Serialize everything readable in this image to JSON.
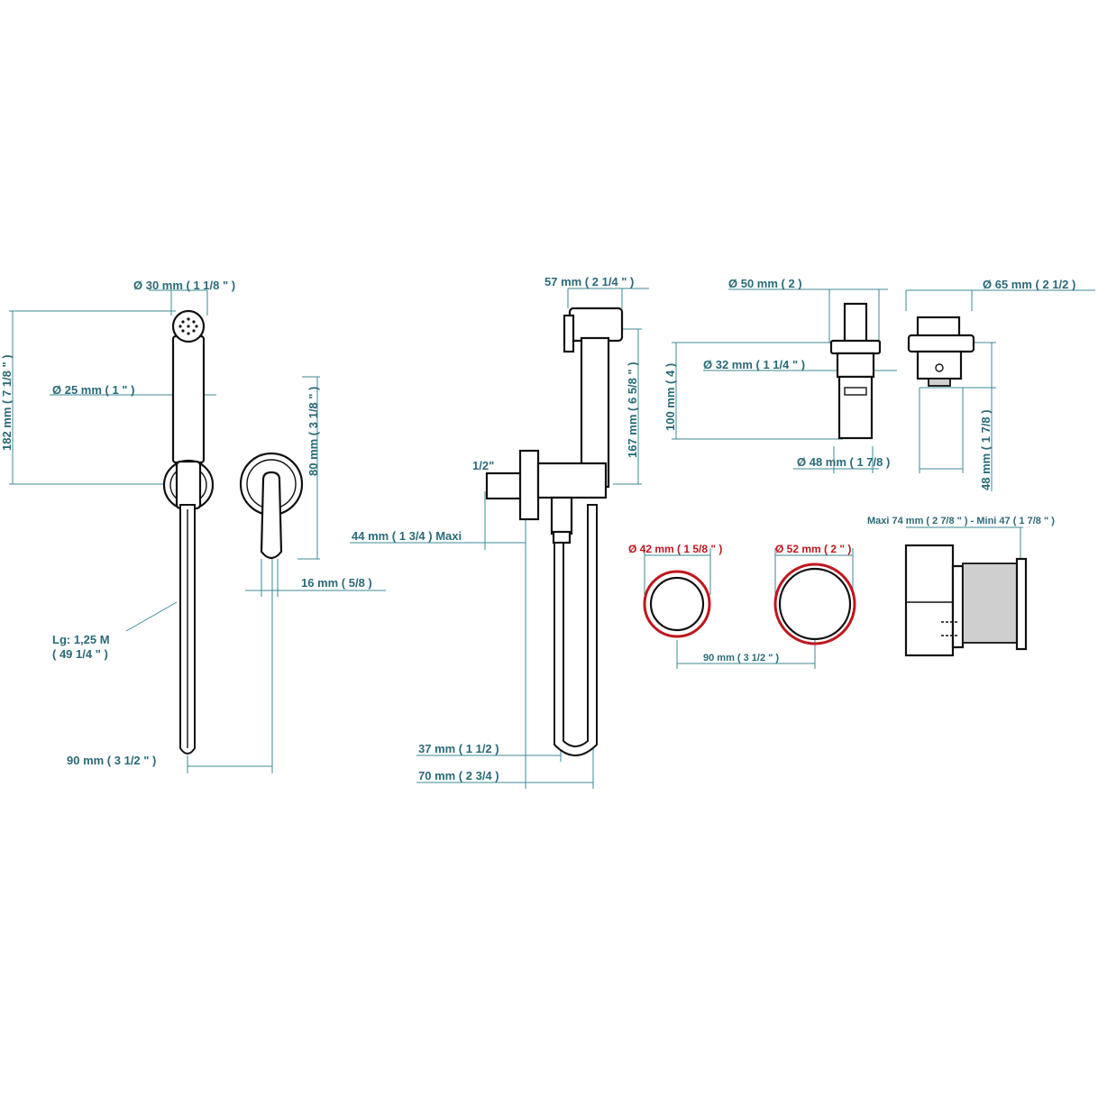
{
  "colors": {
    "dimension_text": "#2a6a78",
    "dimension_line": "#3c8a96",
    "outline": "#111111",
    "ring_highlight": "#c0161d",
    "background": "#ffffff"
  },
  "view1": {
    "diameter_head": "Ø 30 mm ( 1 1/8 \" )",
    "diameter_body": "Ø 25 mm ( 1 \" )",
    "height_total": "182 mm ( 7 1/8 \" )",
    "hose_length_line1": "Lg: 1,25 M",
    "hose_length_line2": "( 49 1/4 \" )",
    "spacing_bottom": "90 mm ( 3 1/2 \" )"
  },
  "view2": {
    "height_lever": "80 mm ( 3 1/8 \" )",
    "depth_lever": "16 mm ( 5/8 )"
  },
  "view3": {
    "width_top": "57 mm ( 2 1/4 \" )",
    "height_side": "167 mm ( 6 5/8 \" )",
    "thread": "1/2\"",
    "depth_maxi": "44 mm ( 1 3/4 )  Maxi",
    "offset_37": "37 mm ( 1 1/2 )",
    "offset_70": "70 mm ( 2 3/4 )"
  },
  "view4": {
    "diameter_top": "Ø 50 mm ( 2 )",
    "diameter_mid": "Ø 32 mm ( 1 1/4 \" )",
    "height_100": "100 mm ( 4 )",
    "diameter_bottom": "Ø 48 mm ( 1 7/8 )"
  },
  "view5": {
    "diameter_top": "Ø 65 mm ( 2 1/2 )",
    "height_48": "48 mm ( 1 7/8 )"
  },
  "view6": {
    "ring_small": "Ø 42 mm ( 1 5/8 \" )",
    "ring_large": "Ø 52 mm ( 2 \" )",
    "ring_spacing": "90 mm ( 3 1/2 \" )"
  },
  "view7": {
    "depth_maxi_mini": "Maxi 74 mm ( 2 7/8 \" ) - Mini 47 ( 1 7/8 \" )"
  }
}
